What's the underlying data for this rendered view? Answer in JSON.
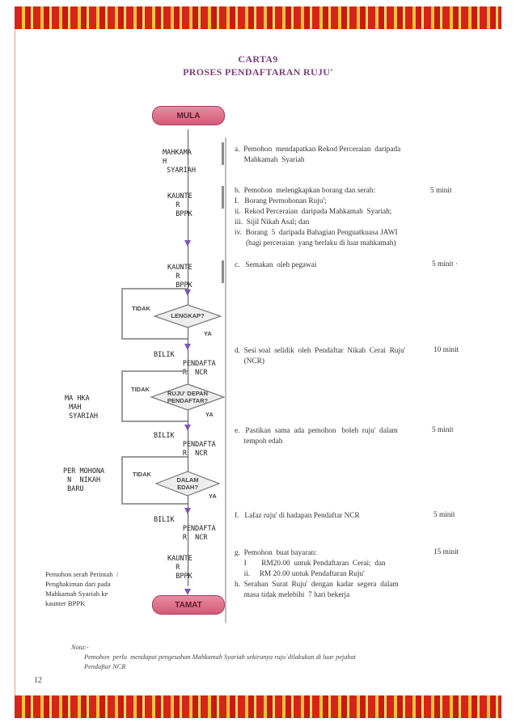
{
  "header": {
    "title": "CARTA9",
    "subtitle": "PROSES PENDAFTARAN RUJU'"
  },
  "flow": {
    "start": "MULA",
    "end": "TAMAT",
    "lanes": {
      "mahkamah_syariah": "MAHKAMA\nH\n SYARIAH",
      "kaunter_bppk_1": "KAUNTE\n  R\n  BPPK",
      "kaunter_bppk_2": "KAUNTE\n  R\n  BPPK",
      "bilik_1": "BILIK\n       PENDAFTA\n       R  NCR",
      "mahkamah_syariah_2": "MA HKA\n MAH\n SYARIAH",
      "bilik_2": "BILIK\n       PENDAFTA\n       R  NCR",
      "pemohon_baru": "PER MOHONA\n N  NIKAH\n BARU",
      "bilik_3": "BILIK\n       PENDAFTA\n       R  NCR",
      "kaunter_bppk_3": "KAUNTE\n  R\n  BPPK"
    },
    "decisions": [
      {
        "label": "LENGKAP?",
        "no": "TIDAK",
        "yes": "YA"
      },
      {
        "label": "RUJU' DEPAN\nPENDAFTAR?",
        "no": "TIDAK",
        "yes": "YA"
      },
      {
        "label": "DALAM\nEDAH?",
        "no": "TIDAK",
        "yes": "YA"
      }
    ],
    "side_note": "Pemohon serah Perintah  /\nPenghakiman dari pada\nMahkamah Syariah ke\nkaunter BPPK"
  },
  "steps": [
    {
      "text": "a.  Pemohon  mendapatkan Rekod Perceraian  daripada\n     Mahkamah  Syariah",
      "time": ""
    },
    {
      "text": "b.  Pemohon  melengkapkan borang dan serah:\nI.   Borang Permohonan Ruju';\nii.  Rekod Perceraian  daripada Mahkamah  Syariah;\niii.  Sijil Nikah Asal; dan\niv.  Borang  5  daripada Bahagian Penguatkuasa JAWI\n      (bagi perceraian  yang berlaku di luar mahkamah)",
      "time": "5  minit"
    },
    {
      "text": "c.   Semakan  oleh pegawai",
      "time": "5 minit  ·"
    },
    {
      "text": "d.  Sesi soal  selidik  oleh  Pendaftar  Nikah  Cerai  Ruju'\n     (NCR)",
      "time": "10 minit"
    },
    {
      "text": "e.   Pastikan  sama  ada  pemohon   boleh  ruju'  dalam\n     tempoh edah",
      "time": "5 minit"
    },
    {
      "text": "f.   Lafaz ruju' di hadapan Pendaftar NCR",
      "time": "5 minit"
    },
    {
      "text": "g.  Pemohon  buat bayaran:\n     I        RM20.00  untuk Pendaftaran  Cerai;  dan\n     ii.     RM 20.00 untuk Pendaftaran Ruju'\nh.  Serahan  Surat  Ruju'  dengan  kadar  segera  dalam\n     masa tidak melebihi  7 hari bekerja",
      "time": "15  minit"
    }
  ],
  "footer": {
    "note_label": "Nota:-",
    "note_text": "Pemohon  perlu  mendapat pengesahan Mahkamah Syariah sekiranya ruju`dilakukan di luar pejabat\nPendaftar NCR",
    "page_number": "12"
  },
  "colors": {
    "title": "#7a3f7d",
    "terminal": "#d35b79",
    "arrow": "#7d56b5",
    "band_red": "#d6241c",
    "band_gold": "#f3c23a"
  }
}
